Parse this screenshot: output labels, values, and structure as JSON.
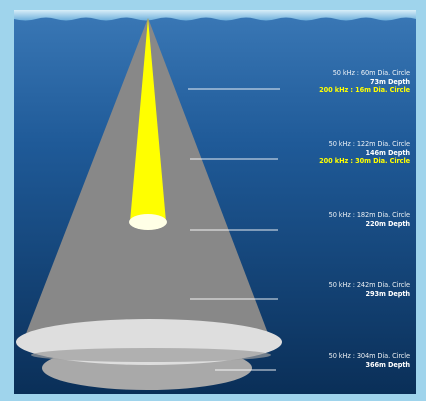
{
  "colors": {
    "frame": "#9fd4ec",
    "water_top": "#3a78b6",
    "water_bottom": "#0a2f58",
    "beam_50khz": "#888888",
    "beam_200khz": "#ffff00",
    "highlight_text": "#ffff00",
    "label_text": "#ffffff"
  },
  "labels": [
    {
      "main": "50 kHz : 60m Dia. Circle",
      "depth": "73m Depth",
      "hf": "200 kHz : 16m Dia. Circle"
    },
    {
      "main": "50 kHz : 122m Dia. Circle",
      "depth": "146m Depth",
      "hf": "200 kHz : 30m Dia. Circle"
    },
    {
      "main": "50 kHz : 182m Dia. Circle",
      "depth": "220m Depth"
    },
    {
      "main": "50 kHz : 242m Dia. Circle",
      "depth": "293m Depth"
    },
    {
      "main": "50 kHz : 304m Dia. Circle",
      "depth": "366m Depth"
    }
  ]
}
